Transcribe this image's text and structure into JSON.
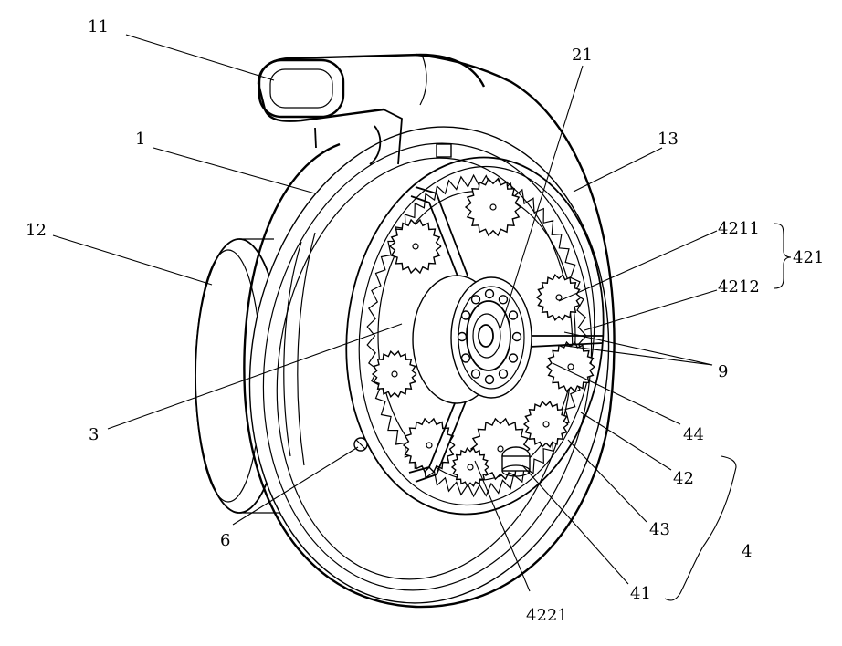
{
  "labels": {
    "l11": "11",
    "l1": "1",
    "l12": "12",
    "l3": "3",
    "l6": "6",
    "l21": "21",
    "l13": "13",
    "l4211": "4211",
    "l4212": "4212",
    "l421": "421",
    "l9": "9",
    "l44": "44",
    "l42": "42",
    "l43": "43",
    "l4": "4",
    "l41": "41",
    "l4221": "4221"
  }
}
